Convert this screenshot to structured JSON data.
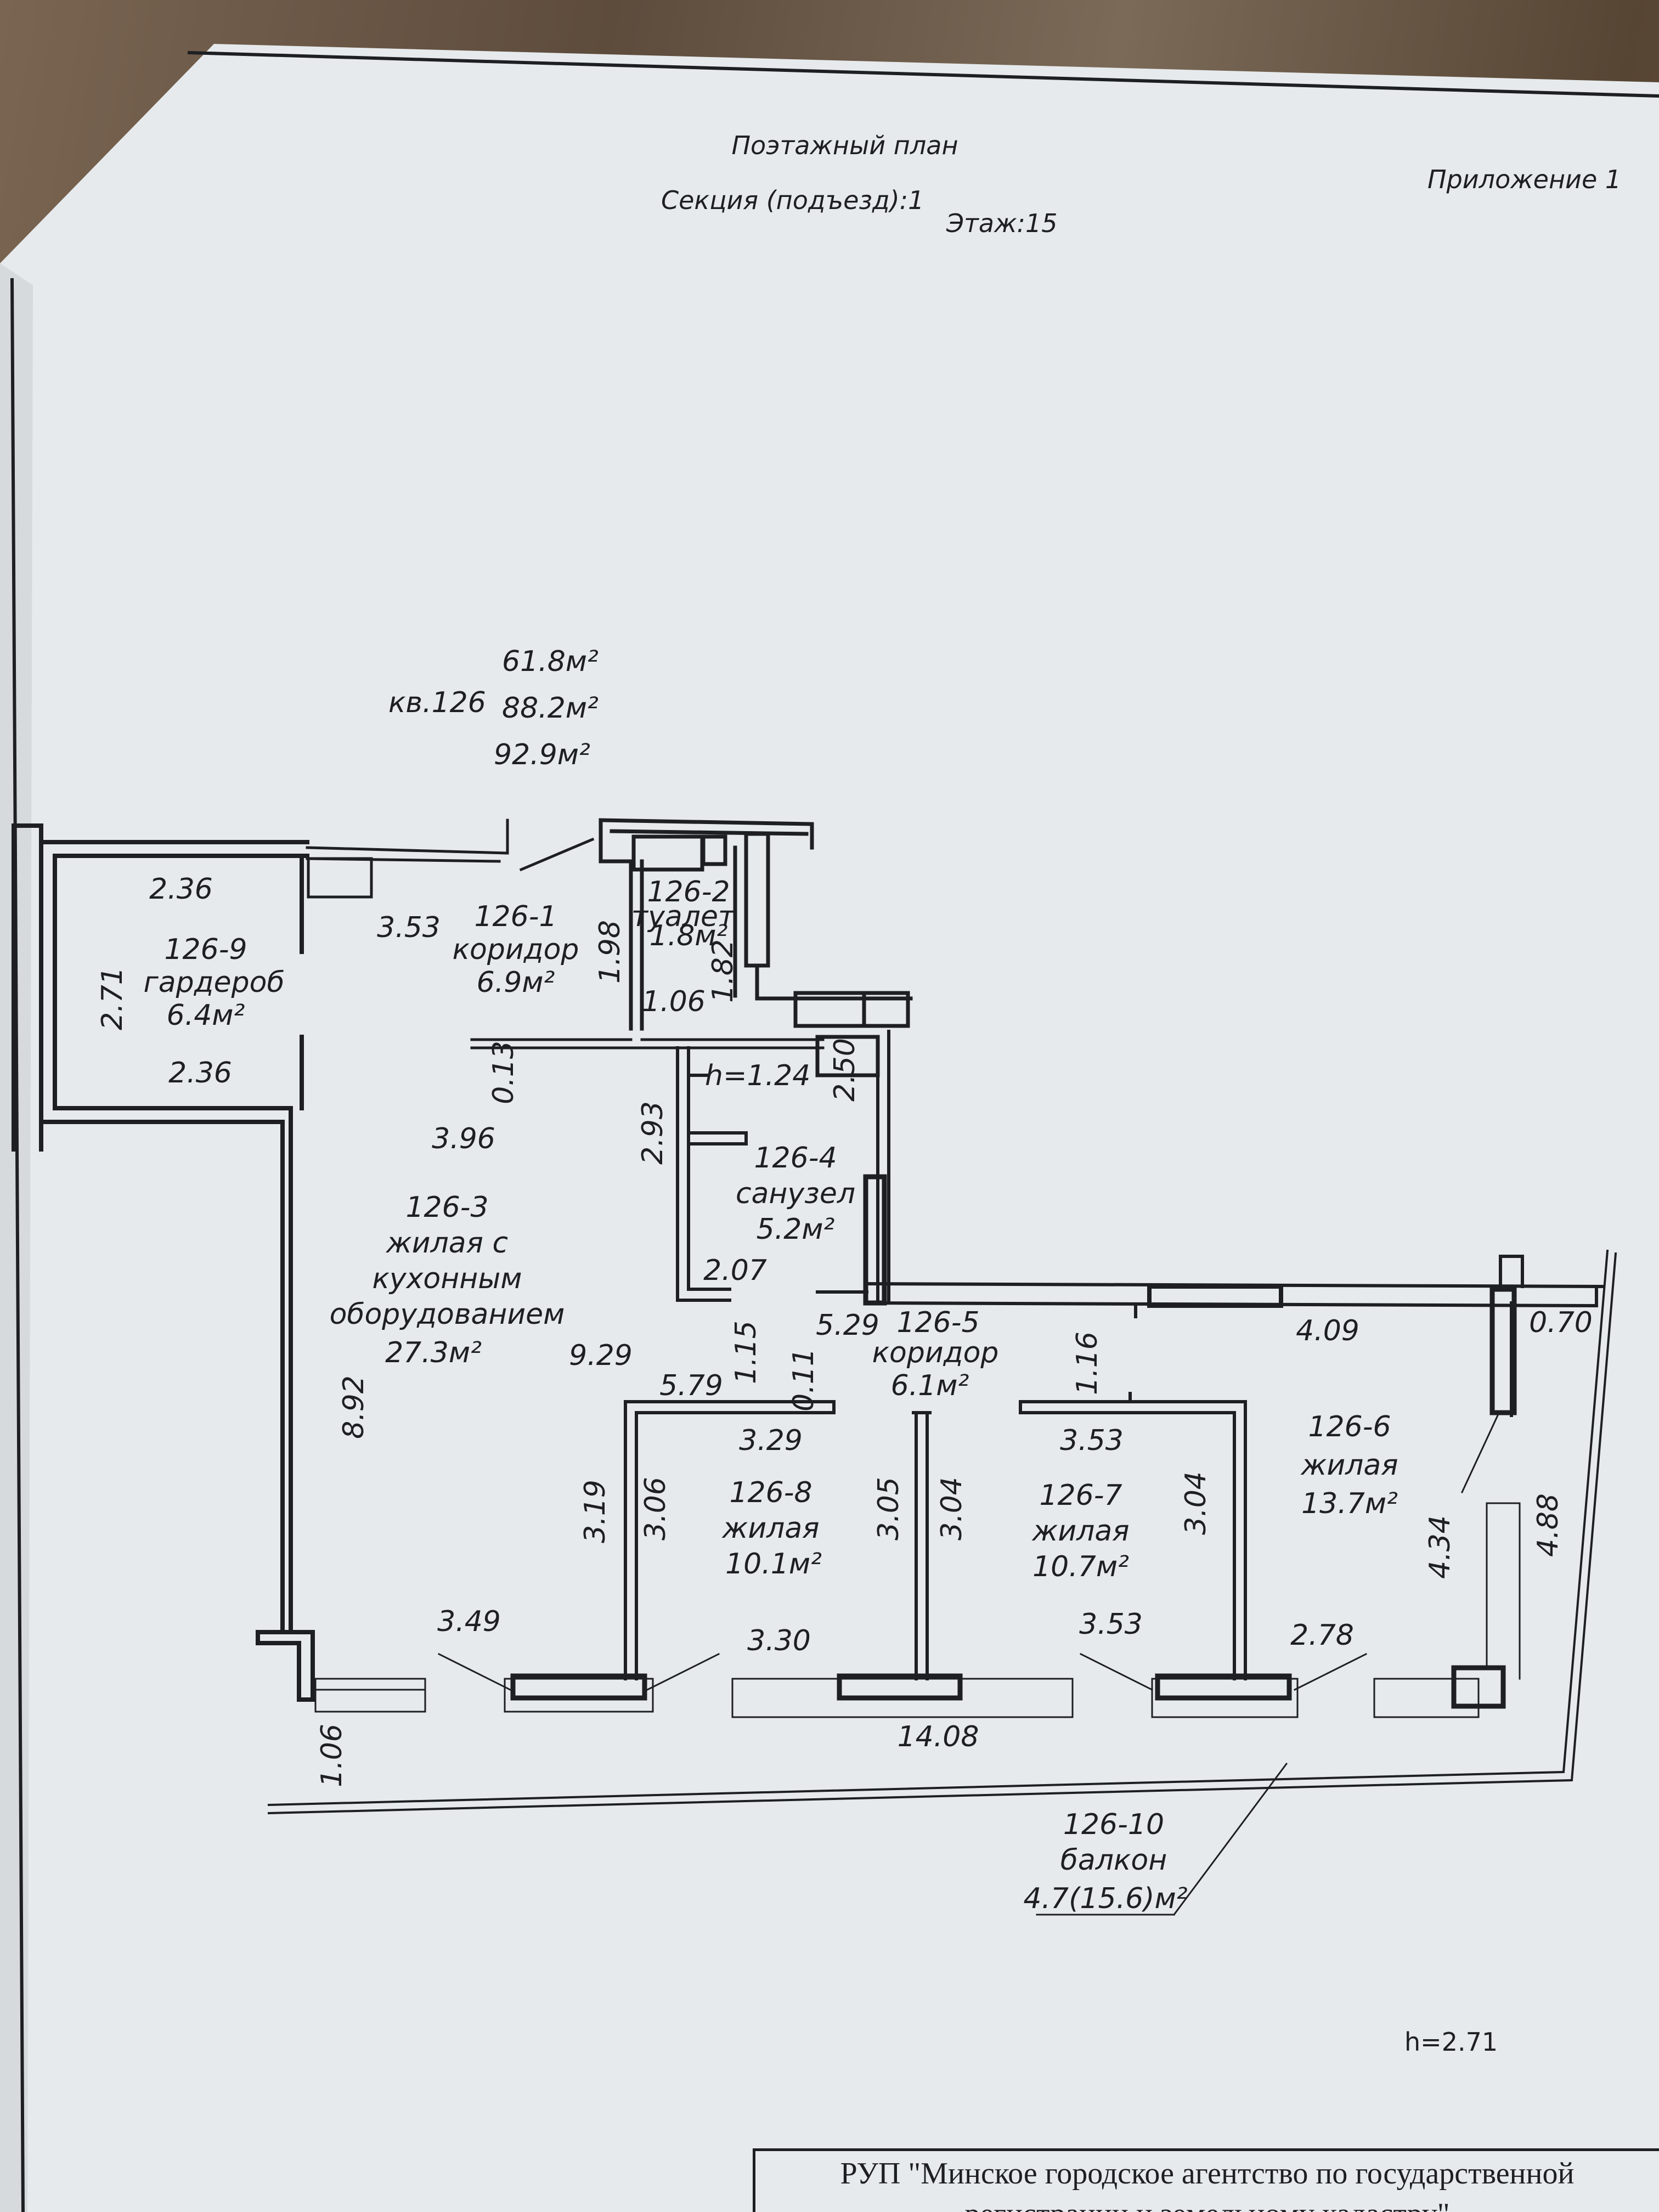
{
  "header": {
    "title": "Поэтажный план",
    "section": "Секция (подъезд):1",
    "floor": "Этаж:15",
    "appendix": "Приложение 1"
  },
  "apartment": {
    "number": "кв.126",
    "area_living": "61.8м²",
    "area_total": "88.2м²",
    "area_with_balcony": "92.9м²"
  },
  "rooms": [
    {
      "id": "126-9",
      "name": "гардероб",
      "area": "6.4м²"
    },
    {
      "id": "126-1",
      "name": "коридор",
      "area": "6.9м²"
    },
    {
      "id": "126-2",
      "name": "туалет",
      "area": "1.8м²"
    },
    {
      "id": "126-3",
      "name_lines": [
        "жилая с",
        "кухонным",
        "оборудованием"
      ],
      "area": "27.3м²"
    },
    {
      "id": "126-4",
      "name": "санузел",
      "area": "5.2м²"
    },
    {
      "id": "126-5",
      "name": "коридор",
      "area": "6.1м²"
    },
    {
      "id": "126-6",
      "name": "жилая",
      "area": "13.7м²"
    },
    {
      "id": "126-7",
      "name": "жилая",
      "area": "10.7м²"
    },
    {
      "id": "126-8",
      "name": "жилая",
      "area": "10.1м²"
    },
    {
      "id": "126-10",
      "name": "балкон",
      "area": "4.7(15.6)м²"
    }
  ],
  "dimensions": {
    "d_2_36_top": "2.36",
    "d_2_71": "2.71",
    "d_2_36_bot": "2.36",
    "d_3_53_corr": "3.53",
    "d_1_98": "1.98",
    "d_1_82": "1.82",
    "d_1_06_wc": "1.06",
    "d_0_13": "0.13",
    "d_h_1_24": "h=1.24",
    "d_2_50": "2.50",
    "d_2_93": "2.93",
    "d_3_96": "3.96",
    "d_2_07": "2.07",
    "d_5_29": "5.29",
    "d_9_29": "9.29",
    "d_1_15": "1.15",
    "d_0_11": "0.11",
    "d_5_79": "5.79",
    "d_1_16": "1.16",
    "d_4_09": "4.09",
    "d_0_70": "0.70",
    "d_8_92": "8.92",
    "d_3_29": "3.29",
    "d_3_53_r7": "3.53",
    "d_3_19": "3.19",
    "d_3_06": "3.06",
    "d_3_05": "3.05",
    "d_3_04_a": "3.04",
    "d_3_04_b": "3.04",
    "d_4_34": "4.34",
    "d_4_88": "4.88",
    "d_3_49": "3.49",
    "d_3_30": "3.30",
    "d_3_53_win": "3.53",
    "d_2_78": "2.78",
    "d_14_08": "14.08",
    "d_1_06_bal": "1.06"
  },
  "footer": {
    "height": "h=2.71",
    "org_line1": "РУП \"Минское городское агентство по государственной",
    "org_line2": "регистрации и земельному кадастру\""
  }
}
